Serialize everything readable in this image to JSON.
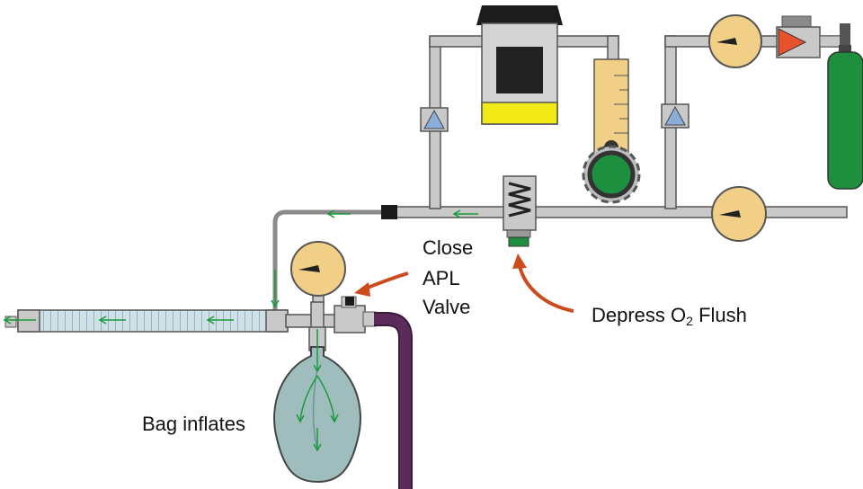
{
  "labels": {
    "apl_line1": "Close",
    "apl_line2": "APL",
    "apl_line3": "Valve",
    "flush_prefix": "Depress O",
    "flush_subscript": "2",
    "flush_suffix": " Flush",
    "bag": "Bag inflates"
  },
  "colors": {
    "pipe": "#c9c9c9",
    "pipe_outline": "#555555",
    "gauge_face": "#f1cf86",
    "vaporizer_top": "#1c1c1c",
    "vaporizer_body": "#d4d4d4",
    "vaporizer_level": "#f2ea16",
    "flowmeter_tube": "#f1cf86",
    "flow_knob": "#1d8f3e",
    "cylinder": "#1e8f3d",
    "regulator": "#e5522c",
    "check_valve": "#8aaed8",
    "bag": "#9fbdbd",
    "hose": "#5d2a5c",
    "arrow": "#cc4a1c",
    "flow_arrow": "#1a9a3a",
    "flush_button": "#1d8f3e"
  },
  "icons": [
    "pressure-gauge-icon",
    "check-valve-icon",
    "vaporizer-icon",
    "flowmeter-icon",
    "oxygen-cylinder-icon",
    "pressure-regulator-icon",
    "oxygen-flush-valve-icon",
    "apl-valve-icon",
    "reservoir-bag-icon"
  ]
}
